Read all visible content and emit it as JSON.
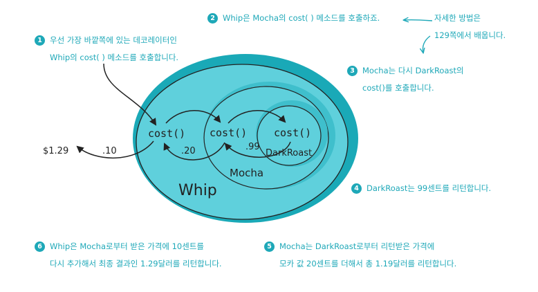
{
  "layers": {
    "whip": "Whip",
    "mocha": "Mocha",
    "darkroast": "DarkRoast"
  },
  "cost_calls": [
    "cost()",
    "cost()",
    "cost()"
  ],
  "returns": {
    "darkroast_to_mocha": ".99",
    "mocha_to_whip": ".20",
    "whip_added": ".10",
    "final_total": "$1.29"
  },
  "steps": [
    {
      "num": "1",
      "lines": [
        "우선 가장 바깥쪽에 있는 데코레이터인",
        "Whip의 cost( ) 메소드를 호출합니다."
      ]
    },
    {
      "num": "2",
      "lines": [
        "Whip은 Mocha의 cost( ) 메소드를 호출하죠."
      ]
    },
    {
      "num": "3",
      "lines": [
        "Mocha는 다시 DarkRoast의",
        "cost()를 호출합니다."
      ]
    },
    {
      "num": "4",
      "lines": [
        "DarkRoast는 99센트를 리턴합니다."
      ]
    },
    {
      "num": "5",
      "lines": [
        "Mocha는 DarkRoast로부터 리턴받은 가격에",
        "모카 값 20센트를 더해서 총 1.19달러를 리턴합니다."
      ]
    },
    {
      "num": "6",
      "lines": [
        "Whip은 Mocha로부터 받은 가격에 10센트를",
        "다시 추가해서 최종 결과인 1.29달러를 리턴합니다."
      ]
    }
  ],
  "side_note": [
    "자세한 방법은",
    "129쪽에서 배웁니다."
  ],
  "colors": {
    "teal_outer": "#1aa9b7",
    "teal_inner": "#5fd0dc",
    "text_teal": "#1ea8b8",
    "ink": "#222222"
  }
}
